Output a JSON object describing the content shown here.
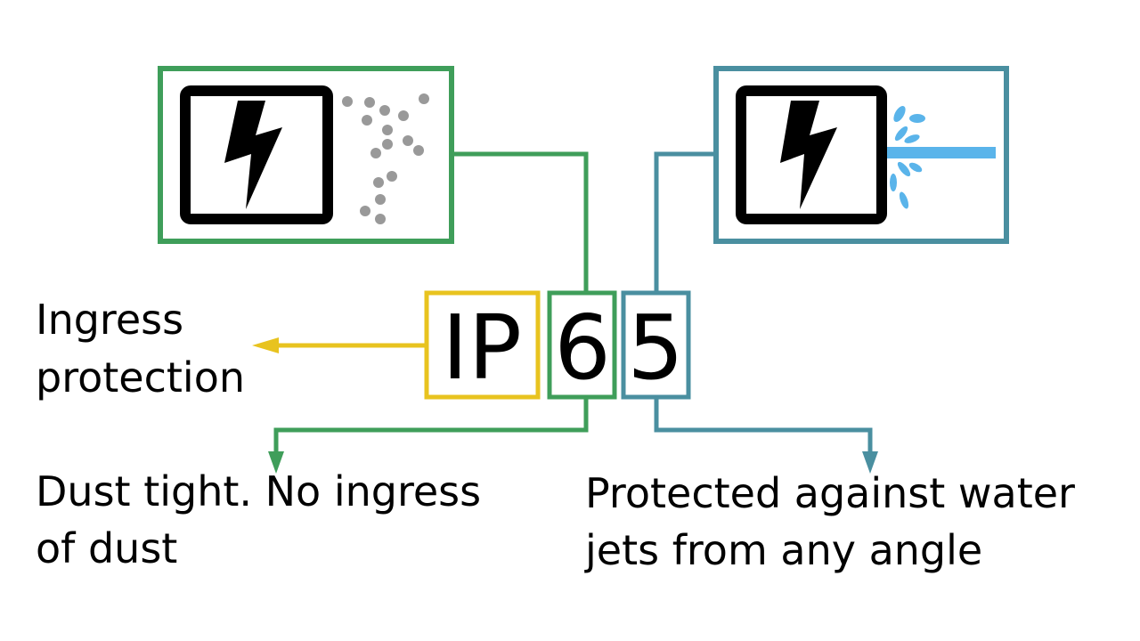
{
  "colors": {
    "ip": "#e8c31f",
    "first_digit": "#3f9e5a",
    "second_digit": "#4a8fa0",
    "water": "#5ab4ea",
    "dust": "#999999"
  },
  "code": {
    "prefix": "IP",
    "digit1": "6",
    "digit2": "5"
  },
  "labels": {
    "ingress_line1": "Ingress",
    "ingress_line2": "protection",
    "dust_line1": "Dust tight. No ingress",
    "dust_line2": "of dust",
    "water_line1": "Protected against water",
    "water_line2": "jets from any angle"
  },
  "icons": {
    "dust_panel": "electrical-enclosure-dust-icon",
    "water_panel": "electrical-enclosure-water-jet-icon"
  }
}
